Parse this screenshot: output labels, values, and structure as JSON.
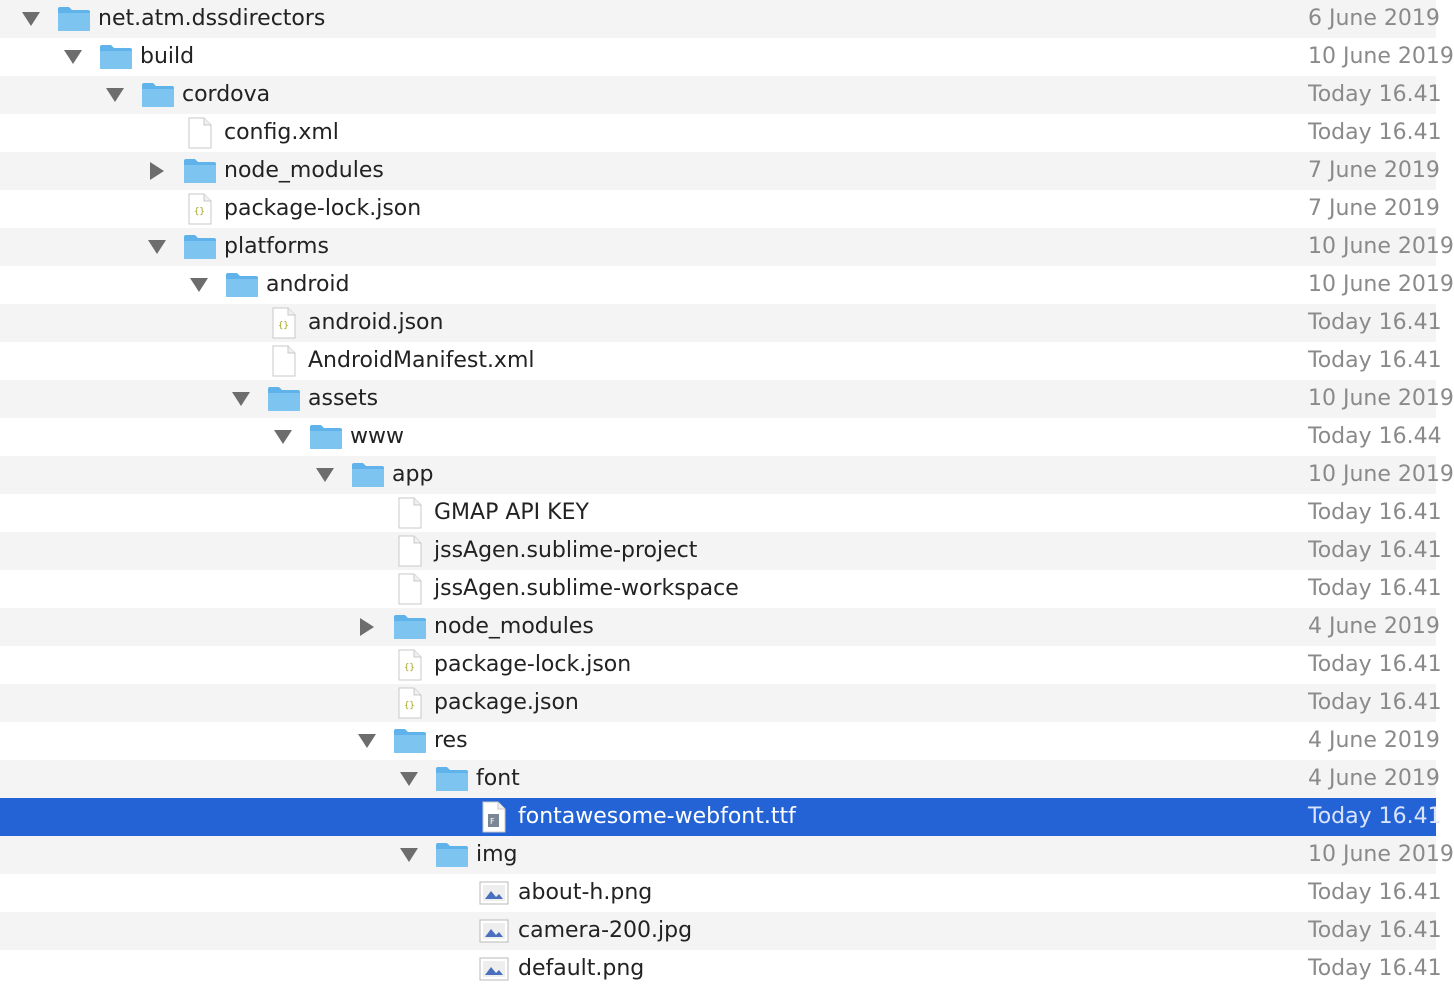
{
  "colors": {
    "selection": "#2463d6",
    "folder": "#5fb3ea",
    "stripe": "#f4f4f5"
  },
  "rows": [
    {
      "name": "net.atm.dssdirectors",
      "date": "6 June 2019",
      "depth": 0,
      "type": "folder",
      "toggle": "expanded",
      "icon": "folder-icon"
    },
    {
      "name": "build",
      "date": "10 June 2019",
      "depth": 1,
      "type": "folder",
      "toggle": "expanded",
      "icon": "folder-icon"
    },
    {
      "name": "cordova",
      "date": "Today 16.41",
      "depth": 2,
      "type": "folder",
      "toggle": "expanded",
      "icon": "folder-icon"
    },
    {
      "name": "config.xml",
      "date": "Today 16.41",
      "depth": 3,
      "type": "file",
      "toggle": "none",
      "icon": "document-icon"
    },
    {
      "name": "node_modules",
      "date": "7 June 2019",
      "depth": 3,
      "type": "folder",
      "toggle": "collapsed",
      "icon": "folder-icon"
    },
    {
      "name": "package-lock.json",
      "date": "7 June 2019",
      "depth": 3,
      "type": "json",
      "toggle": "none",
      "icon": "json-file-icon"
    },
    {
      "name": "platforms",
      "date": "10 June 2019",
      "depth": 3,
      "type": "folder",
      "toggle": "expanded",
      "icon": "folder-icon"
    },
    {
      "name": "android",
      "date": "10 June 2019",
      "depth": 4,
      "type": "folder",
      "toggle": "expanded",
      "icon": "folder-icon"
    },
    {
      "name": "android.json",
      "date": "Today 16.41",
      "depth": 5,
      "type": "json",
      "toggle": "none",
      "icon": "json-file-icon"
    },
    {
      "name": "AndroidManifest.xml",
      "date": "Today 16.41",
      "depth": 5,
      "type": "file",
      "toggle": "none",
      "icon": "document-icon"
    },
    {
      "name": "assets",
      "date": "10 June 2019",
      "depth": 5,
      "type": "folder",
      "toggle": "expanded",
      "icon": "folder-icon"
    },
    {
      "name": "www",
      "date": "Today 16.44",
      "depth": 6,
      "type": "folder",
      "toggle": "expanded",
      "icon": "folder-icon"
    },
    {
      "name": "app",
      "date": "10 June 2019",
      "depth": 7,
      "type": "folder",
      "toggle": "expanded",
      "icon": "folder-icon"
    },
    {
      "name": "GMAP API KEY",
      "date": "Today 16.41",
      "depth": 8,
      "type": "file",
      "toggle": "none",
      "icon": "document-icon"
    },
    {
      "name": "jssAgen.sublime-project",
      "date": "Today 16.41",
      "depth": 8,
      "type": "file",
      "toggle": "none",
      "icon": "document-icon"
    },
    {
      "name": "jssAgen.sublime-workspace",
      "date": "Today 16.41",
      "depth": 8,
      "type": "file",
      "toggle": "none",
      "icon": "document-icon"
    },
    {
      "name": "node_modules",
      "date": "4 June 2019",
      "depth": 8,
      "type": "folder",
      "toggle": "collapsed",
      "icon": "folder-icon"
    },
    {
      "name": "package-lock.json",
      "date": "Today 16.41",
      "depth": 8,
      "type": "json",
      "toggle": "none",
      "icon": "json-file-icon"
    },
    {
      "name": "package.json",
      "date": "Today 16.41",
      "depth": 8,
      "type": "json",
      "toggle": "none",
      "icon": "json-file-icon"
    },
    {
      "name": "res",
      "date": "4 June 2019",
      "depth": 8,
      "type": "folder",
      "toggle": "expanded",
      "icon": "folder-icon"
    },
    {
      "name": "font",
      "date": "4 June 2019",
      "depth": 9,
      "type": "folder",
      "toggle": "expanded",
      "icon": "folder-icon"
    },
    {
      "name": "fontawesome-webfont.ttf",
      "date": "Today 16.41",
      "depth": 10,
      "type": "font",
      "toggle": "none",
      "icon": "font-file-icon",
      "selected": true
    },
    {
      "name": "img",
      "date": "10 June 2019",
      "depth": 9,
      "type": "folder",
      "toggle": "expanded",
      "icon": "folder-icon"
    },
    {
      "name": "about-h.png",
      "date": "Today 16.41",
      "depth": 10,
      "type": "image",
      "toggle": "none",
      "icon": "image-file-icon"
    },
    {
      "name": "camera-200.jpg",
      "date": "Today 16.41",
      "depth": 10,
      "type": "image",
      "toggle": "none",
      "icon": "image-file-icon"
    },
    {
      "name": "default.png",
      "date": "Today 16.41",
      "depth": 10,
      "type": "image",
      "toggle": "none",
      "icon": "image-file-icon"
    }
  ]
}
